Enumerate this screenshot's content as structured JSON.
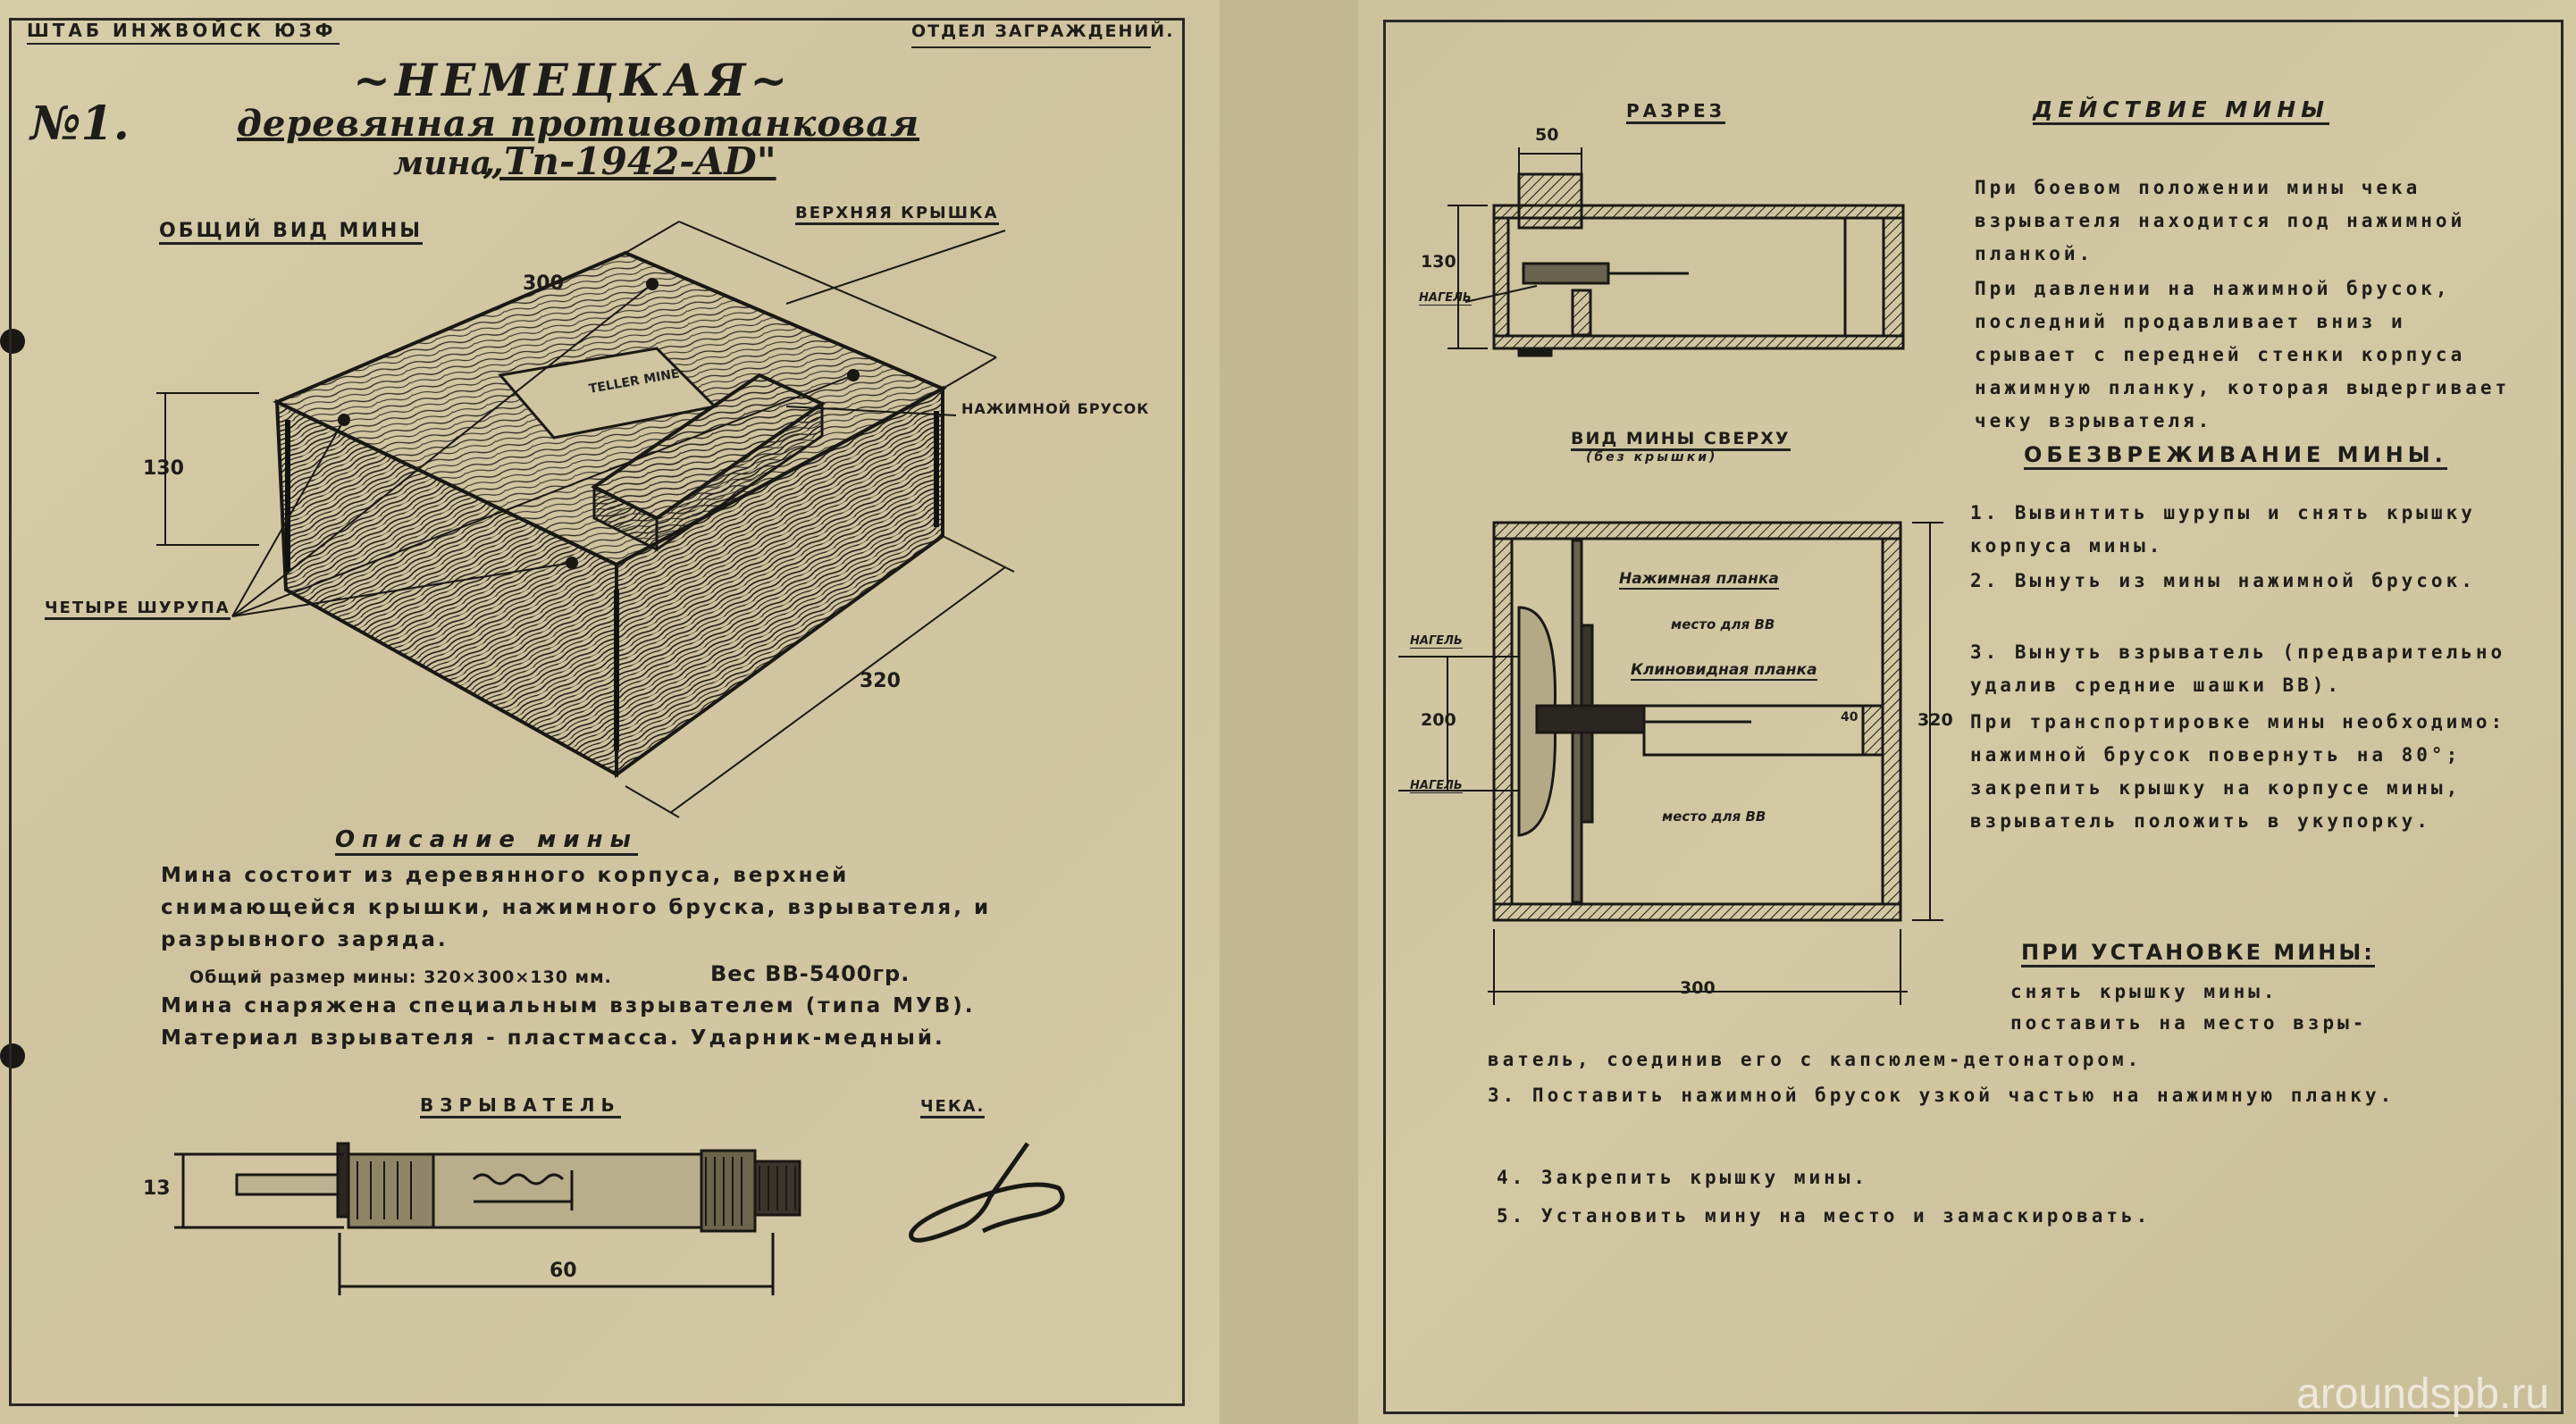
{
  "left": {
    "header_left": "ШТАБ ИНЖВОЙСК ЮЗФ",
    "header_right": "ОТДЕЛ ЗАГРАЖДЕНИЙ.",
    "number": "№1.",
    "title_line1": "~НЕМЕЦКАЯ~",
    "title_line2": "деревянная противотанковая",
    "title_line3_prefix": "мина",
    "title_line3_model": "„Тп-1942-AD\"",
    "general_view_label": "ОБЩИЙ ВИД МИНЫ",
    "top_lid_label": "ВЕРХНЯЯ КРЫШКА",
    "pressure_bar_label": "НАЖИМНОЙ БРУСОК",
    "screws_label": "ЧЕТЫРЕ ШУРУПА",
    "dim_width": "300",
    "dim_height": "130",
    "dim_length": "320",
    "box_plate_text": "TELLER MINE",
    "description_title": "Описание мины",
    "description_p1": "Мина состоит из деревянного корпуса, верхней снимающейся крышки, нажимного бруска, взрывателя, и разрывного заряда.",
    "size_text": "Общий размер мины: 320×300×130 мм.",
    "weight_text": "Вес ВВ-5400гр.",
    "description_p2": "Мина снаряжена специальным взрывателем (типа МУВ). Материал взрывателя - пластмасса. Ударник-медный.",
    "fuse_label": "ВЗРЫВАТЕЛЬ",
    "pin_label": "ЧЕКА.",
    "fuse_dim_height": "13",
    "fuse_dim_length": "60"
  },
  "right": {
    "section_label": "РАЗРЕЗ",
    "sec_dim_top": "50",
    "sec_dim_height": "130",
    "sec_nagel": "НАГЕЛЬ",
    "top_view_label": "ВИД МИНЫ СВЕРХУ",
    "top_view_sub": "(без крышки)",
    "pressure_plank": "Нажимная планка",
    "explosive_place_1": "место для ВВ",
    "wedge_plank": "Клиновидная планка",
    "explosive_place_2": "место для ВВ",
    "tv_nagel_1": "НАГЕЛЬ",
    "tv_nagel_2": "НАГЕЛЬ",
    "tv_dim_200": "200",
    "tv_dim_320": "320",
    "tv_dim_300": "300",
    "tv_dim_40": "40",
    "action_title": "ДЕЙСТВИЕ МИНЫ",
    "action_p1": "При боевом положении мины чека взрывателя находится под нажимной планкой.",
    "action_p2": "При давлении на нажимной брусок, последний продавливает вниз и срывает с передней стенки корпуса нажимную планку, которая выдергивает чеку взрывателя.",
    "disarm_title": "ОБЕЗВРЕЖИВАНИЕ МИНЫ.",
    "disarm_1": "1. Вывинтить шурупы и снять крышку корпуса мины.",
    "disarm_2": "2. Вынуть из мины нажимной брусок.",
    "disarm_3": "3. Вынуть взрыватель (предварительно удалив средние шашки ВВ).",
    "transport_text": "При транспортировке мины необходимо: нажимной брусок повернуть на 80°; закрепить крышку на корпусе мины, взрыватель положить в укупорку.",
    "install_title": "ПРИ УСТАНОВКЕ МИНЫ:",
    "install_1": "снять крышку мины.",
    "install_2a": "поставить на место взры-",
    "install_2b": "ватель, соединив его с капсюлем-детонатором.",
    "install_3": "3. Поставить нажимной брусок узкой частью на нажимную планку.",
    "install_4": "4. Закрепить крышку мины.",
    "install_5": "5. Установить мину на место и замаскировать."
  },
  "watermark": "aroundspb.ru"
}
